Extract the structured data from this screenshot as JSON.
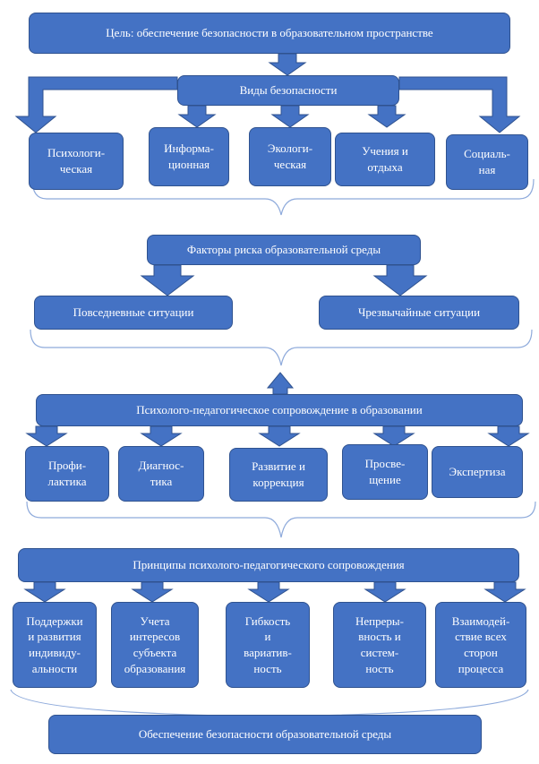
{
  "colors": {
    "fill": "#4472c4",
    "stroke": "#2f528f",
    "text": "#ffffff",
    "brace": "#8eaadb"
  },
  "goal": "Цель: обеспечение безопасности в образовательном пространстве",
  "types": {
    "title": "Виды безопасности",
    "items": [
      [
        "Психологи-",
        "ческая"
      ],
      [
        "Информа-",
        "ционная"
      ],
      [
        "Экологи-",
        "ческая"
      ],
      [
        "Учения и",
        "отдыха"
      ],
      [
        "Социаль-",
        "ная"
      ]
    ]
  },
  "risks": {
    "title": "Факторы риска образовательной среды",
    "items": [
      "Повседневные ситуации",
      "Чрезвычайные ситуации"
    ]
  },
  "support": {
    "title": "Психолого-педагогическое сопровождение  в образовании",
    "items": [
      [
        "Профи-",
        "лактика"
      ],
      [
        "Диагнос-",
        "тика"
      ],
      [
        "Развитие и",
        "коррекция"
      ],
      [
        "Просве-",
        "щение"
      ],
      [
        "Экспертиза"
      ]
    ]
  },
  "principles": {
    "title": "Принципы психолого-педагогического сопровождения",
    "items": [
      [
        "Поддержки",
        "и развития",
        "индивиду-",
        "альности"
      ],
      [
        "Учета",
        "интересов",
        "субъекта",
        "образования"
      ],
      [
        "Гибкость",
        "и",
        "вариатив-",
        "ность"
      ],
      [
        "Непреры-",
        "вность и",
        "систем-",
        "ность"
      ],
      [
        "Взаимодей-",
        "ствие всех",
        "сторон",
        "процесса"
      ]
    ]
  },
  "result": "Обеспечение безопасности образовательной среды"
}
